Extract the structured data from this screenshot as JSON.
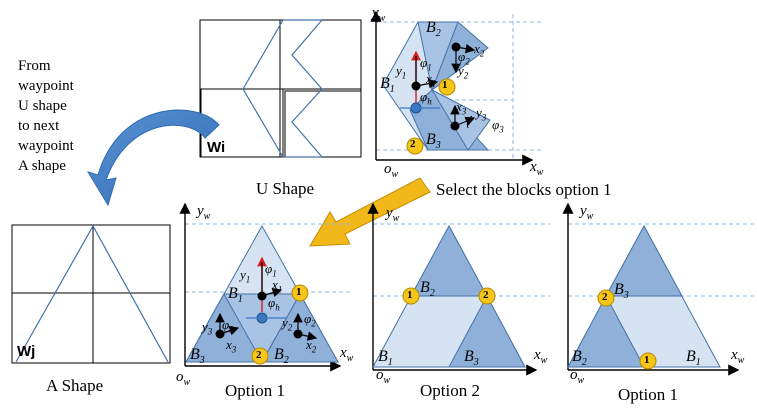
{
  "intro": {
    "lines": [
      "From",
      "waypoint",
      "U shape",
      "to next",
      "waypoint",
      "A shape"
    ]
  },
  "grid_labels": {
    "wi": "Wi",
    "wj": "Wj"
  },
  "captions": {
    "u_shape": "U Shape",
    "a_shape": "A Shape",
    "option1_left": "Option 1",
    "option2": "Option 2",
    "option1_right": "Option 1",
    "select_text": "Select the blocks option 1"
  },
  "axes": {
    "y": "y",
    "x": "x",
    "sub": "w",
    "origin": "o"
  },
  "blocks": {
    "b1": "B",
    "b2": "B",
    "b3": "B",
    "s1": "1",
    "s2": "2",
    "s3": "3"
  },
  "markers": {
    "one": "1",
    "two": "2"
  },
  "angles": {
    "phi": "φ",
    "h": "h"
  },
  "colors": {
    "light_fill": "#d6e3f3",
    "mid_fill": "#a9c3e4",
    "dark_fill": "#8fb0d9",
    "edge": "#4472a8",
    "marker": "#f5c518",
    "arrow_big": "#f2b81a",
    "arrow_curve": "#3b78c2",
    "dash": "#8db4e2"
  }
}
